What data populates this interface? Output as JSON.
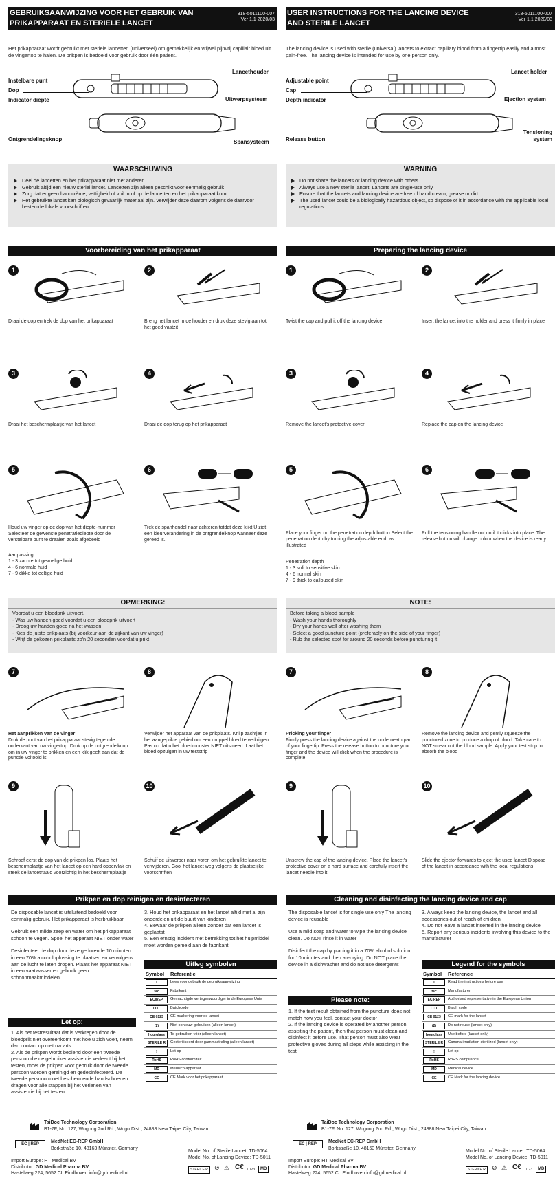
{
  "nl": {
    "title": "GEBRUIKSAANWIJZING VOOR HET GEBRUIK VAN PRIKAPPARAAT EN STERIELE LANCET",
    "doc_code": "318-5011100-007",
    "doc_version": "Ver 1.1 2020/03",
    "intro": "Het prikapparaat wordt gebruikt met steriele lancetten (universeel) om gemakkelijk en vrijwel pijnvrij capillair bloed uit de vingertop te halen. De prikpen is bedoeld voor gebruik door één patiënt.",
    "labels": {
      "adjustable_point": "Instelbare punt",
      "cap": "Dop",
      "depth_indicator": "Indicator diepte",
      "lancet_holder": "Lancethouder",
      "ejection_system": "Uitwerpsysteem",
      "release_button": "Ontgrendelingsknop",
      "tensioning_system": "Spansysteem"
    },
    "warning_title": "WAARSCHUWING",
    "warnings": [
      "Deel de lancetten en het prikapparaat niet met anderen",
      "Gebruik altijd een nieuw steriel lancet. Lancetten zijn alleen geschikt voor eenmalig gebruik",
      "Zorg dat er geen handcrème, vettigheid of vuil in of op de lancetten en het prikapparaat komt",
      "Het gebruikte lancet kan biologisch gevaarlijk materiaal zijn. Verwijder deze daarom volgens de daarvoor bestemde lokale voorschriften"
    ],
    "prep_title": "Voorbereiding van het prikapparaat",
    "steps": [
      {
        "n": "1",
        "text": "Draai de dop en trek de dop van het prikapparaat"
      },
      {
        "n": "2",
        "text": "Breng het lancet in de houder en druk deze stevig aan tot het goed vastzit"
      },
      {
        "n": "3",
        "text": "Draai het beschermplaatje van het lancet"
      },
      {
        "n": "4",
        "text": "Draai de dop terug op het prikapparaat"
      },
      {
        "n": "5",
        "text": "Houd uw vinger op de dop van het diepte-nummer Selecteer de gewenste penetratiediepte door de verstelbare punt te draaien zoals afgebeeld"
      },
      {
        "n": "6",
        "text": "Trek de spanhendel naar achteren totdat deze klikt U ziet een kleurverandering in de ontgrendelknop wanneer deze gereed is."
      }
    ],
    "depth_title": "Aanpassing",
    "depth_lines": [
      "1 - 3 zachte tot gevoelige huid",
      "4 - 6 normale huid",
      "7 - 9 dikke tot eeltige huid"
    ],
    "note_title": "OPMERKING:",
    "note_lines": [
      "Voordat u een bloedprik uitvoert,",
      "- Was uw handen goed voordat u een bloedprik uitvoert",
      "- Droog uw handen goed na het wassen",
      "- Kies de juiste prikplaats (bij voorkeur aan de zijkant van uw vinger)",
      "- Wrijf de gekozen prikplaats zo'n 20 seconden voordat u prikt"
    ],
    "step7_title": "Het aanprikken van de vinger",
    "step7_text": "Druk de punt van het prikapparaat stevig tegen de onderkant van uw vingertop. Druk op de ontgrendelknop om in uw vinger te prikken en een klik geeft aan dat de punctie voltooid is",
    "step8_text": "Verwijder het apparaat van de prikplaats. Knijp zachtjes in het aangeprikte gebied om een druppel bloed te verkrijgen. Pas op dat u het bloedmonster NIET uitsmeert. Laat het bloed opzuigen in uw teststrip",
    "step9_text": "Schroef eerst de dop van de prikpen los. Plaats het beschermplaatje van het lancet op een hard oppervlak en steek de lancetnaald voorzichtig in het beschermplaatje",
    "step10_text": "Schuif de uitwerper naar voren om het gebruikte lancet te verwijderen. Gooi het lancet weg volgens de plaatselijke voorschriften",
    "clean_title": "Prikpen en dop reinigen en desinfecteren",
    "clean_left": [
      "De disposable lancet is uitsluitend bedoeld voor eenmalig gebruik. Het prikapparaat is herbruikbaar.",
      "Gebruik een milde zeep en water om het prikapparaat schoon te vegen. Spoel het apparaat NIET onder water",
      "Desinfecteer de dop door deze gedurende 10 minuten in een 70% alcoholoplossing te plaatsen en vervolgens aan de lucht te laten drogen. Plaats het apparaat NIET in een vaatwasser en gebruik geen schoonmaakmiddelen"
    ],
    "clean_right": [
      "3. Houd het prikapparaat en het lancet altijd met al zijn onderdelen uit de buurt van kinderen",
      "4. Bewaar de prikpen alleen zonder dat een lancet is geplaatst",
      "5. Een ernstig incident met betrekking tot het hulpmiddel moet worden gemeld aan de fabrikant"
    ],
    "attention_title": "Let op:",
    "attention_lines": [
      "1. Als het testresultaat dat is verkregen door de bloedprik niet overeenkomt met hoe u zich voelt, neem dan contact op met uw arts.",
      "2. Als de prikpen wordt bediend door een tweede persoon die de gebruiker assistentie verleent bij het testen, moet de prikpen voor gebruik door de tweede persoon worden gereinigd en gedesinfecteerd. De tweede persoon moet beschermende handschoenen dragen voor alle stappen bij het verlenen van assistentie bij het testen"
    ],
    "legend_title": "Uitleg symbolen",
    "legend_symbol": "Symbol",
    "legend_reference": "Referentie",
    "legend": [
      "Lees voor gebruik de gebruiksaanwijzing",
      "Fabrikant",
      "Gemachtigde vertegenwoordiger in de Europese Unie",
      "Batchcode",
      "CE markering voor de lancet",
      "Niet opnieuw gebruiken (alleen lancet)",
      "Te gebruiken vóór (alleen lancet)",
      "Gesteriliseerd door gammastraling (alleen lancet)",
      "Let op",
      "RoHS conformiteit",
      "Medisch apparaat",
      "CE Mark voor het prikapparaat"
    ],
    "model_sterile": "Model No. of Sterile Lancet: TD-5064",
    "model_device": "Model No. of Lancing Device: TD-5011"
  },
  "en": {
    "title": "USER INSTRUCTIONS FOR THE LANCING DEVICE AND STERILE LANCET",
    "doc_code": "318-5011100-007",
    "doc_version": "Ver 1.1 2020/03",
    "intro": "The lancing device is used with sterile (universal) lancets to extract capillary blood from a fingertip easily and almost pain-free. The lancing device is intended for use by one person only.",
    "labels": {
      "adjustable_point": "Adjustable point",
      "cap": "Cap",
      "depth_indicator": "Depth indicator",
      "lancet_holder": "Lancet holder",
      "ejection_system": "Ejection system",
      "release_button": "Release button",
      "tensioning_system": "Tensioning system"
    },
    "warning_title": "WARNING",
    "warnings": [
      "Do not share the lancets or lancing device with others",
      "Always use a new sterile lancet. Lancets are single-use only",
      "Ensure that the lancets and lancing device are free of hand cream, grease or dirt",
      "The used lancet could be a biologically hazardous object, so dispose of it in accordance with the applicable local regulations"
    ],
    "prep_title": "Preparing the lancing device",
    "steps": [
      {
        "n": "1",
        "text": "Twist the cap and pull it off the lancing device"
      },
      {
        "n": "2",
        "text": "Insert the lancet into the holder and press it firmly in place"
      },
      {
        "n": "3",
        "text": "Remove the lancet's protective cover"
      },
      {
        "n": "4",
        "text": "Replace the cap on the lancing device"
      },
      {
        "n": "5",
        "text": "Place your finger on the penetration depth button Select the penetration depth by turning the adjustable end, as illustrated"
      },
      {
        "n": "6",
        "text": "Pull the tensioning handle out until it clicks into place. The release button will change colour when the device is ready"
      }
    ],
    "depth_title": "Penetration depth",
    "depth_lines": [
      "1 - 3 soft to sensitive skin",
      "4 - 6 normal skin",
      "7 - 9 thick to calloused skin"
    ],
    "note_title": "NOTE:",
    "note_lines": [
      "Before taking a blood sample",
      "- Wash your hands thoroughly",
      "- Dry your hands well after washing them",
      "- Select a good puncture point (preferably on the side of your finger)",
      "- Rub the selected spot for around 20 seconds before puncturing it"
    ],
    "step7_title": "Pricking your finger",
    "step7_text": "Firmly press the lancing device against the underneath part of your fingertip. Press the release button to puncture your finger and the device will click when the procedure is complete",
    "step8_text": "Remove the lancing device and gently squeeze the punctured zone to produce a drop of blood. Take care to NOT smear out the blood sample. Apply your test strip to absorb the blood",
    "step9_text": "Unscrew the cap of the lancing device. Place the lancet's protective cover on a hard surface and carefully insert the lancet needle into it",
    "step10_text": "Slide the ejector forwards to eject the used lancet Dispose of the lancet in accordance with the local regulations",
    "clean_title": "Cleaning and disinfecting the lancing device and cap",
    "clean_left": [
      "The disposable lancet is for single use only The lancing device is reusable",
      "Use a mild soap and water to wipe the lancing device clean. Do NOT rinse it in water",
      "Disinfect the cap by placing it in a 70% alcohol solution for 10 minutes and then air-drying. Do NOT place the device in a dishwasher and do not use detergents"
    ],
    "clean_right": [
      "3. Always keep the lancing device, the lancet and all accessories out of reach of children",
      "4. Do not leave a lancet inserted in the lancing device",
      "5. Report any serious incidents involving this device to the manufacturer"
    ],
    "attention_title": "Please note:",
    "attention_lines": [
      "1. If the test result obtained from the puncture does not match how you feel, contact your doctor",
      "2. If the lancing device is operated by another person assisting the patient, then that person must clean and disinfect it before use. That person must also wear protective gloves during all steps while assisting in the test"
    ],
    "legend_title": "Legend for the symbols",
    "legend_symbol": "Symbol",
    "legend_reference": "Reference",
    "legend": [
      "Read the instructions before use",
      "Manufacturer",
      "Authorised representative in the European Union",
      "Batch code",
      "CE mark for the lancet",
      "Do not reuse (lancet only)",
      "Use before (lancet only)",
      "Gamma irradiation sterilized (lancet only)",
      "Let op",
      "RoHS compliance",
      "Medical device",
      "CE Mark for the lancing device"
    ],
    "model_sterile": "Model No. of Sterile Lancet: TD-5064",
    "model_device": "Model No. of Lancing Device: TD-5011"
  },
  "footer": {
    "manufacturer": "TaiDoc Technology Corporation",
    "manufacturer_addr": "B1-7F, No. 127, Wugong 2nd Rd., Wugu Dist., 24888 New Taipei City, Taiwan",
    "rep_name": "MedNet EC-REP GmbH",
    "rep_addr": "Borkstraße 10, 48163 Münster, Germany",
    "import": "Import Europe: HT Medical BV",
    "distributor_label": "Distributor:",
    "distributor": "GD Medical Pharma BV",
    "distributor_addr": "Hastelweg 224, 5652 CL Eindhoven info@gdmedical.nl",
    "ecrep_ec": "EC",
    "ecrep_rep": "REP",
    "ce_num": "0123",
    "md": "MD",
    "sterile": "STERILE R"
  },
  "legend_symbols": [
    "i",
    "fac",
    "EC|REP",
    "LOT",
    "CE 0123",
    "(2)",
    "hourglass",
    "STERILE R",
    "!",
    "RoHS",
    "MD",
    "CE"
  ],
  "colors": {
    "band": "#111111",
    "box": "#e6e6e6"
  }
}
